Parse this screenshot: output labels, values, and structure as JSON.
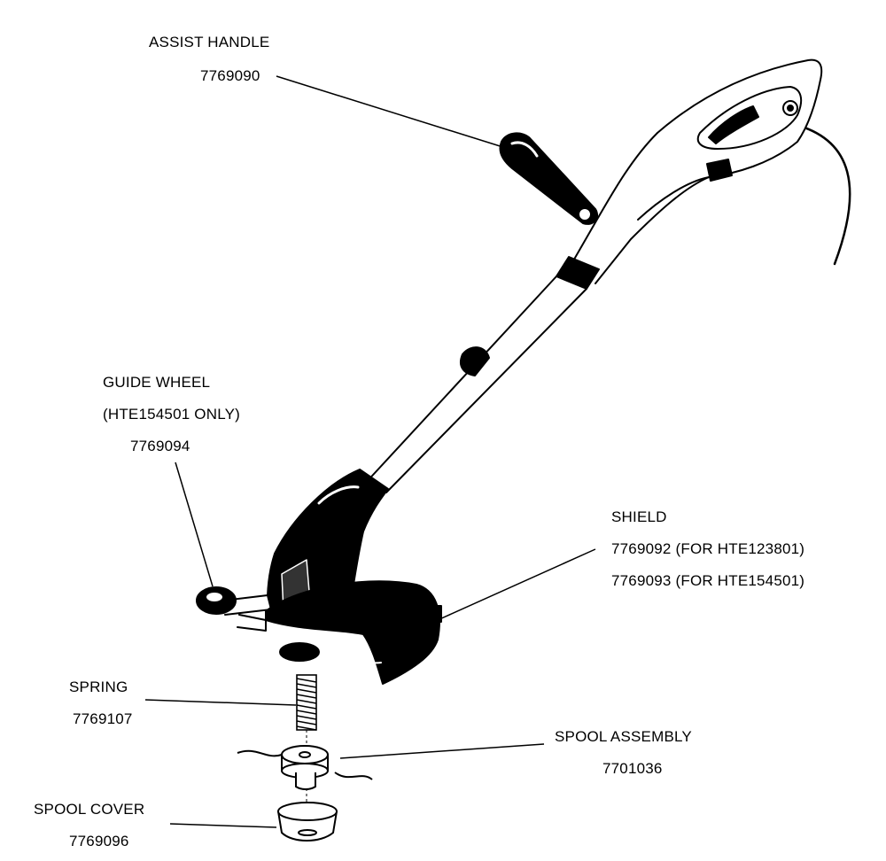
{
  "colors": {
    "ink": "#000000",
    "paper": "#ffffff",
    "gray": "#9a9a9a"
  },
  "parts": {
    "assist_handle": {
      "name": "ASSIST HANDLE",
      "number": "7769090"
    },
    "guide_wheel": {
      "name": "GUIDE WHEEL",
      "note": "(HTE154501 ONLY)",
      "number": "7769094"
    },
    "shield": {
      "name": "SHIELD",
      "number_1": "7769092 (FOR HTE123801)",
      "number_2": "7769093 (FOR HTE154501)"
    },
    "spring": {
      "name": "SPRING",
      "number": "7769107"
    },
    "spool_assembly": {
      "name": "SPOOL ASSEMBLY",
      "number": "7701036"
    },
    "spool_cover": {
      "name": "SPOOL COVER",
      "number": "7769096"
    }
  }
}
